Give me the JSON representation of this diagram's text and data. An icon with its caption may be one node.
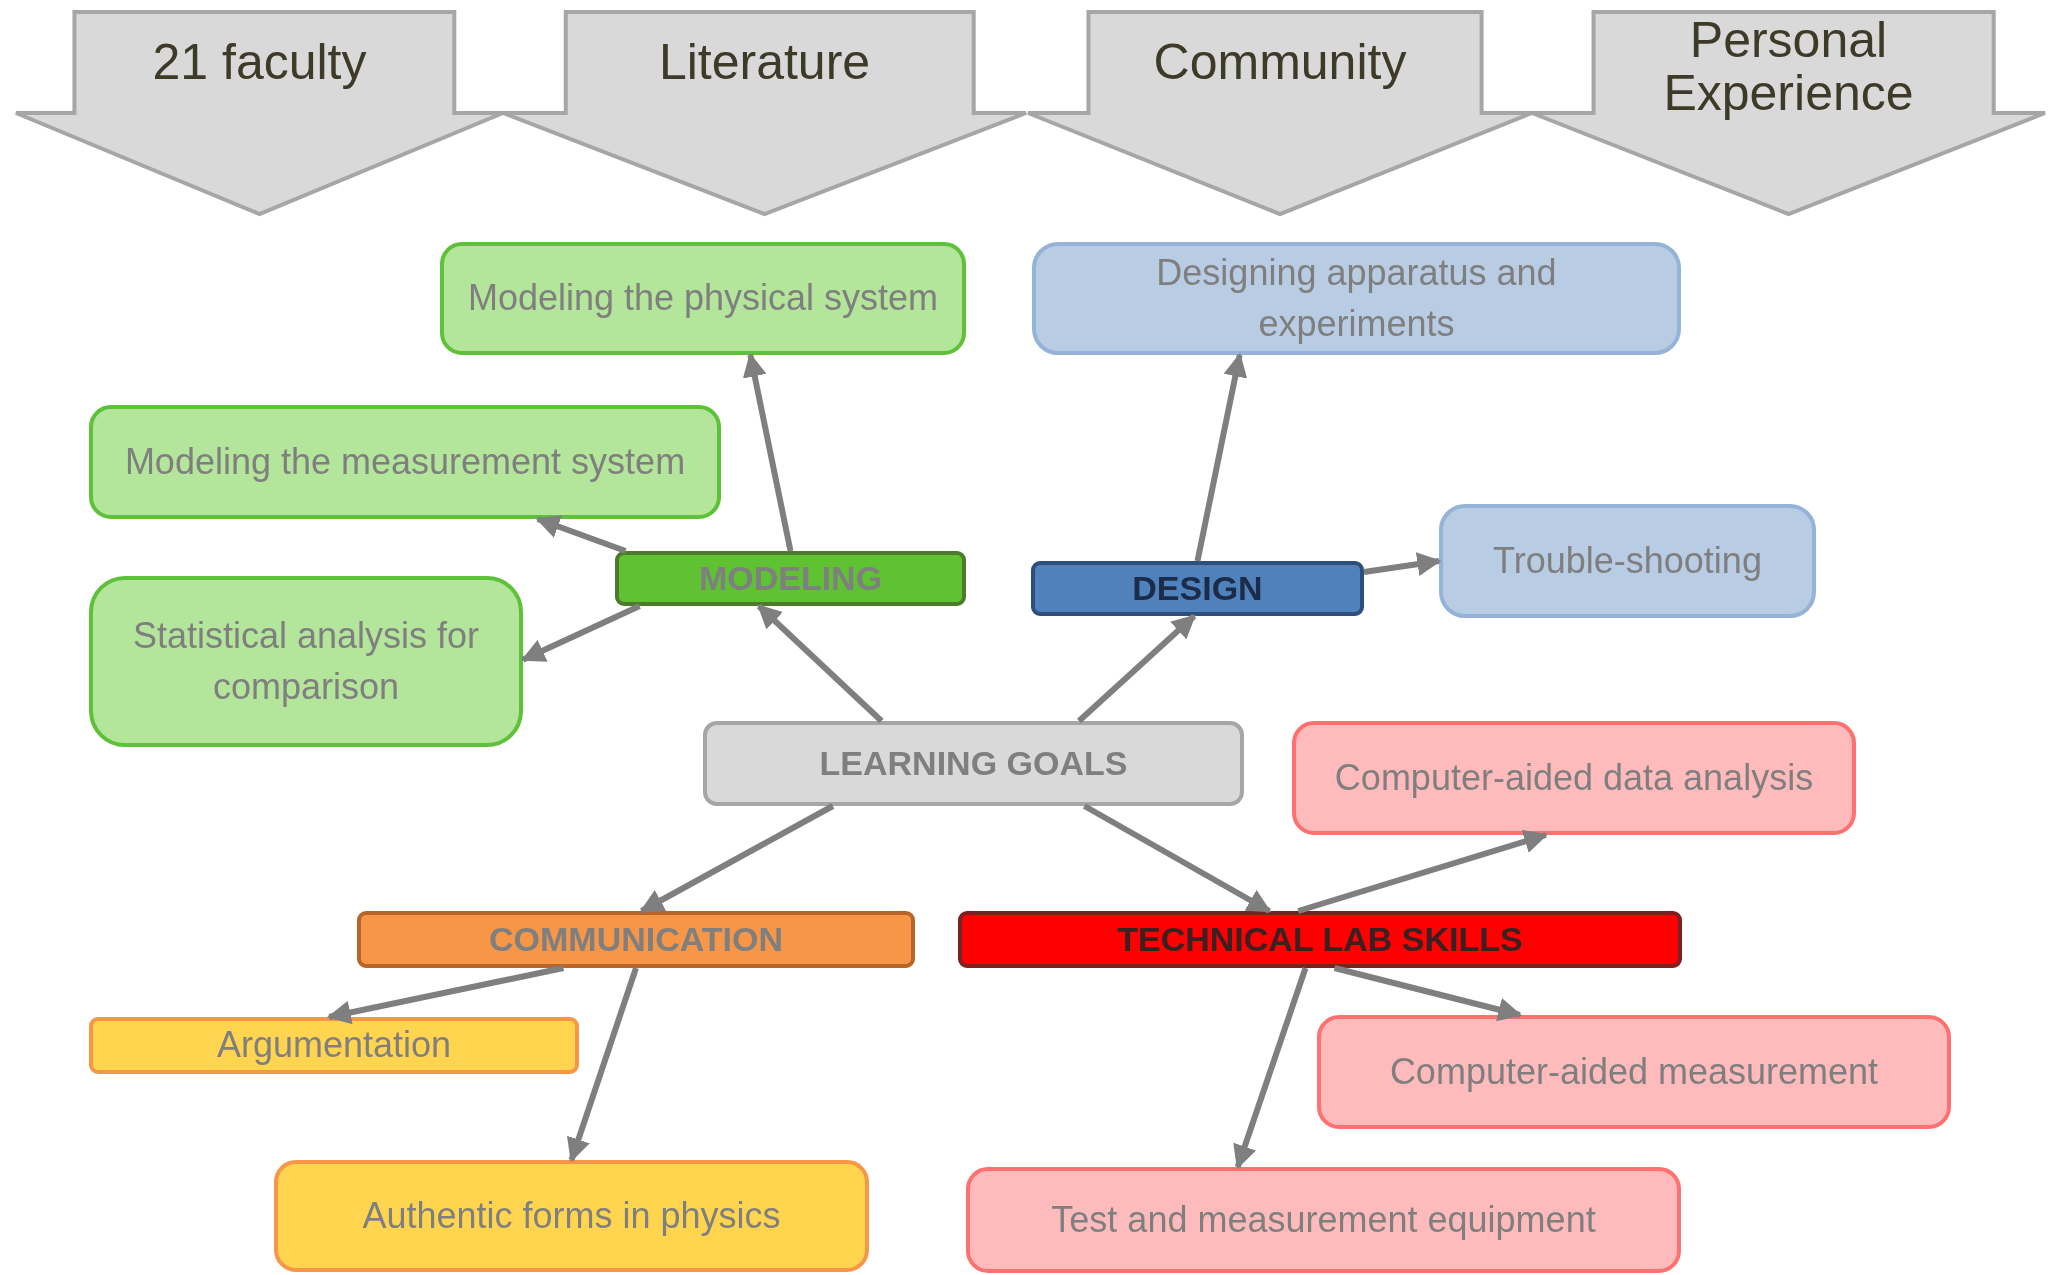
{
  "diagram": {
    "nodes": [
      {
        "text": [
          "21 faculty"
        ]
      },
      {
        "text": [
          "Literature"
        ]
      },
      {
        "text": [
          "Community"
        ]
      },
      {
        "text": [
          "Personal Experience"
        ]
      },
      {
        "text": [
          "Modeling the physical system"
        ]
      },
      {
        "text": [
          "Designing apparatus and experiments"
        ]
      },
      {
        "text": [
          "Modeling the measurement system"
        ]
      },
      {
        "text": [
          "MODELING"
        ]
      },
      {
        "text": [
          "DESIGN"
        ]
      },
      {
        "text": [
          "Trouble-shooting"
        ]
      },
      {
        "text": [
          "Statistical analysis for comparison"
        ]
      },
      {
        "text": [
          "LEARNING GOALS"
        ]
      },
      {
        "text": [
          "Computer-aided data analysis"
        ]
      },
      {
        "text": [
          "COMMUNICATION"
        ]
      },
      {
        "text": [
          "TECHNICAL LAB SKILLS"
        ]
      },
      {
        "text": [
          "Argumentation"
        ]
      },
      {
        "text": [
          "Computer-aided measurement"
        ]
      },
      {
        "text": [
          "Authentic forms in physics"
        ]
      },
      {
        "text": [
          "Test and measurement equipment"
        ]
      }
    ],
    "edges": [
      {
        "from": 11,
        "to": 7,
        "arrow": "to"
      },
      {
        "from": 11,
        "to": 8,
        "arrow": "to"
      },
      {
        "from": 11,
        "to": 13,
        "arrow": "to"
      },
      {
        "from": 11,
        "to": 14,
        "arrow": "to"
      },
      {
        "from": 7,
        "to": 4,
        "arrow": "to"
      },
      {
        "from": 7,
        "to": 6,
        "arrow": "to"
      },
      {
        "from": 7,
        "to": 10,
        "arrow": "to"
      },
      {
        "from": 8,
        "to": 5,
        "arrow": "to"
      },
      {
        "from": 8,
        "to": 9,
        "arrow": "to"
      },
      {
        "from": 13,
        "to": 15,
        "arrow": "to"
      },
      {
        "from": 13,
        "to": 17,
        "arrow": "to"
      },
      {
        "from": 14,
        "to": 12,
        "arrow": "to"
      },
      {
        "from": 14,
        "to": 16,
        "arrow": "to"
      },
      {
        "from": 14,
        "to": 18,
        "arrow": "to"
      }
    ]
  }
}
